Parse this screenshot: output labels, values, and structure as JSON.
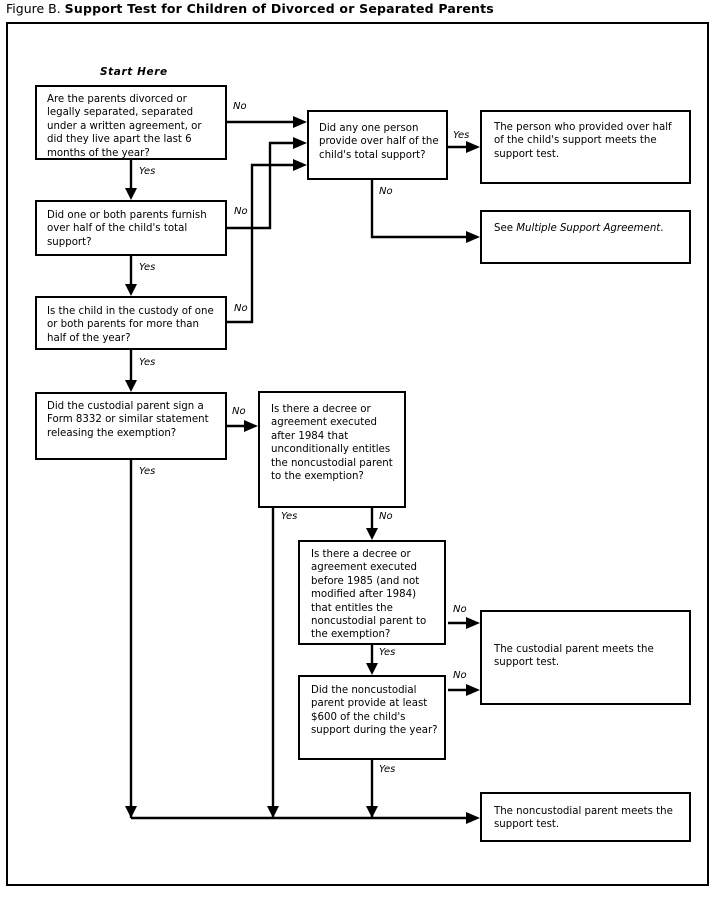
{
  "figure": {
    "label": "Figure B.",
    "title": "Support Test for Children of Divorced or Separated Parents"
  },
  "start_marker": "Start Here",
  "edge_labels": {
    "yes": "Yes",
    "no": "No"
  },
  "nodes": {
    "q1": {
      "id": "q1",
      "kind": "decision",
      "text": "Are the parents divorced or legally separated, separated under a written agreement, or did they live apart the last 6 months of the year?"
    },
    "q2": {
      "id": "q2",
      "kind": "decision",
      "text": "Did one or both parents furnish over half of the child's total support?"
    },
    "q3": {
      "id": "q3",
      "kind": "decision",
      "text": "Is the child in the custody of one or both parents for more than half of the year?"
    },
    "q4": {
      "id": "q4",
      "kind": "decision",
      "text": "Did the custodial parent sign a Form 8332 or similar statement releasing the exemption?"
    },
    "q5": {
      "id": "q5",
      "kind": "decision",
      "text": "Did any one person provide over half of the child's total support?"
    },
    "q6": {
      "id": "q6",
      "kind": "decision",
      "text": "Is there a decree or agreement executed after 1984 that unconditionally entitles the noncustodial parent to the exemption?"
    },
    "q7": {
      "id": "q7",
      "kind": "decision",
      "text": "Is there a decree or agreement executed before 1985 (and not modified after 1984) that entitles the noncustodial parent to the exemption?"
    },
    "q8": {
      "id": "q8",
      "kind": "decision",
      "text": "Did the noncustodial parent provide at least $600 of the child's support during the year?"
    },
    "r1": {
      "id": "r1",
      "kind": "result",
      "text": "The person who provided over half of the child's support meets the support test."
    },
    "r2": {
      "id": "r2",
      "kind": "result",
      "text_prefix": "See ",
      "text_italic": "Multiple Support Agreement",
      "text_suffix": "."
    },
    "r3": {
      "id": "r3",
      "kind": "result",
      "text": "The custodial parent meets the support test."
    },
    "r4": {
      "id": "r4",
      "kind": "result",
      "text": "The noncustodial parent meets the support test."
    }
  },
  "edges": [
    {
      "from": "q1",
      "to": "q5",
      "label": "No"
    },
    {
      "from": "q1",
      "to": "q2",
      "label": "Yes"
    },
    {
      "from": "q2",
      "to": "q5",
      "label": "No"
    },
    {
      "from": "q2",
      "to": "q3",
      "label": "Yes"
    },
    {
      "from": "q3",
      "to": "q5",
      "label": "No"
    },
    {
      "from": "q3",
      "to": "q4",
      "label": "Yes"
    },
    {
      "from": "q4",
      "to": "q6",
      "label": "No"
    },
    {
      "from": "q4",
      "to": "r4",
      "label": "Yes"
    },
    {
      "from": "q5",
      "to": "r1",
      "label": "Yes"
    },
    {
      "from": "q5",
      "to": "r2",
      "label": "No"
    },
    {
      "from": "q6",
      "to": "r4",
      "label": "Yes"
    },
    {
      "from": "q6",
      "to": "q7",
      "label": "No"
    },
    {
      "from": "q7",
      "to": "r3",
      "label": "No"
    },
    {
      "from": "q7",
      "to": "q8",
      "label": "Yes"
    },
    {
      "from": "q8",
      "to": "r3",
      "label": "No"
    },
    {
      "from": "q8",
      "to": "r4",
      "label": "Yes"
    }
  ],
  "colors": {
    "ink": "#000000",
    "paper": "#ffffff"
  }
}
